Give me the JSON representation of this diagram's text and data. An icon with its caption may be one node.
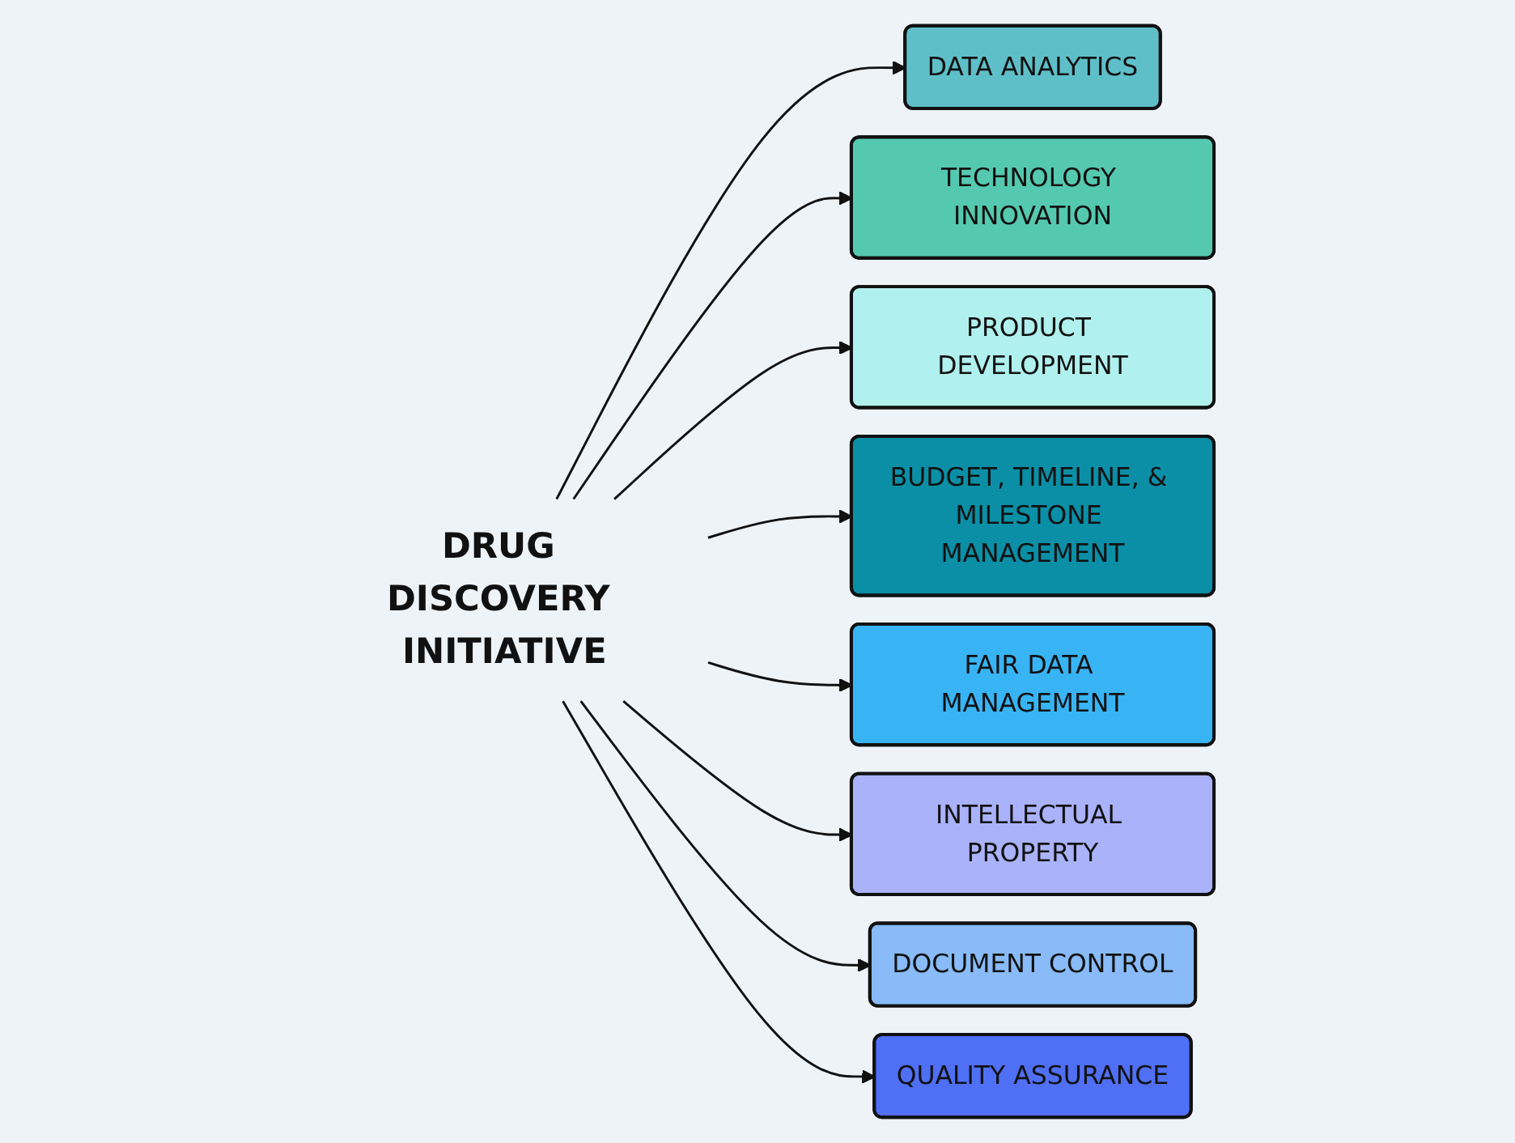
{
  "diagram": {
    "nodes": [
      {
        "text": [
          "DATA ANALYTICS"
        ]
      },
      {
        "text": [
          "TECHNOLOGY INNOVATION"
        ]
      },
      {
        "text": [
          "PRODUCT DEVELOPMENT"
        ]
      },
      {
        "text": [
          "BUDGET, TIMELINE, & MILESTONE MANAGEMENT"
        ]
      },
      {
        "text": [
          "DRUG DISCOVERY INITIATIVE"
        ]
      },
      {
        "text": [
          "FAIR DATA MANAGEMENT"
        ]
      },
      {
        "text": [
          "INTELLECTUAL PROPERTY"
        ]
      },
      {
        "text": [
          "DOCUMENT CONTROL"
        ]
      },
      {
        "text": [
          "QUALITY ASSURANCE"
        ]
      }
    ],
    "edges": [
      {
        "from": 4,
        "to": 0,
        "arrow": "to"
      },
      {
        "from": 4,
        "to": 1,
        "arrow": "to"
      },
      {
        "from": 4,
        "to": 2,
        "arrow": "to"
      },
      {
        "from": 4,
        "to": 3,
        "arrow": "to"
      },
      {
        "from": 4,
        "to": 5,
        "arrow": "to"
      },
      {
        "from": 4,
        "to": 6,
        "arrow": "to"
      },
      {
        "from": 4,
        "to": 7,
        "arrow": "to"
      },
      {
        "from": 4,
        "to": 8,
        "arrow": "to"
      }
    ]
  }
}
